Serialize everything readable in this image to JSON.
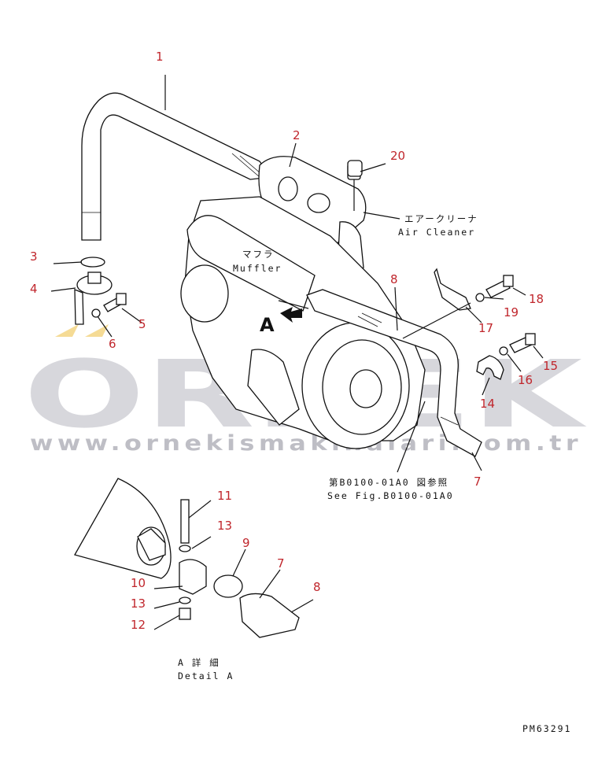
{
  "drawing": {
    "labels": {
      "air_cleaner_jp": "エアークリーナ",
      "air_cleaner_en": "Air Cleaner",
      "muffler_jp": "マフラ",
      "muffler_en": "Muffler",
      "see_fig_jp": "第B0100-01A0 図参照",
      "see_fig_en": "See Fig.B0100-01A0",
      "detail_jp": "A 詳 細",
      "detail_en": "Detail A",
      "view_marker": "A",
      "drawing_code": "PM63291"
    },
    "callouts": [
      "1",
      "2",
      "3",
      "4",
      "5",
      "6",
      "7",
      "8",
      "14",
      "15",
      "16",
      "17",
      "18",
      "19",
      "20",
      "11",
      "13",
      "9",
      "10",
      "7",
      "8",
      "13",
      "12"
    ],
    "watermark": {
      "brand": "ORNEK",
      "url": "www.ornekismakinalari.com.tr"
    },
    "colors": {
      "callout": "#c0262c",
      "watermark": "#b8b8c0",
      "line": "#111111"
    }
  }
}
